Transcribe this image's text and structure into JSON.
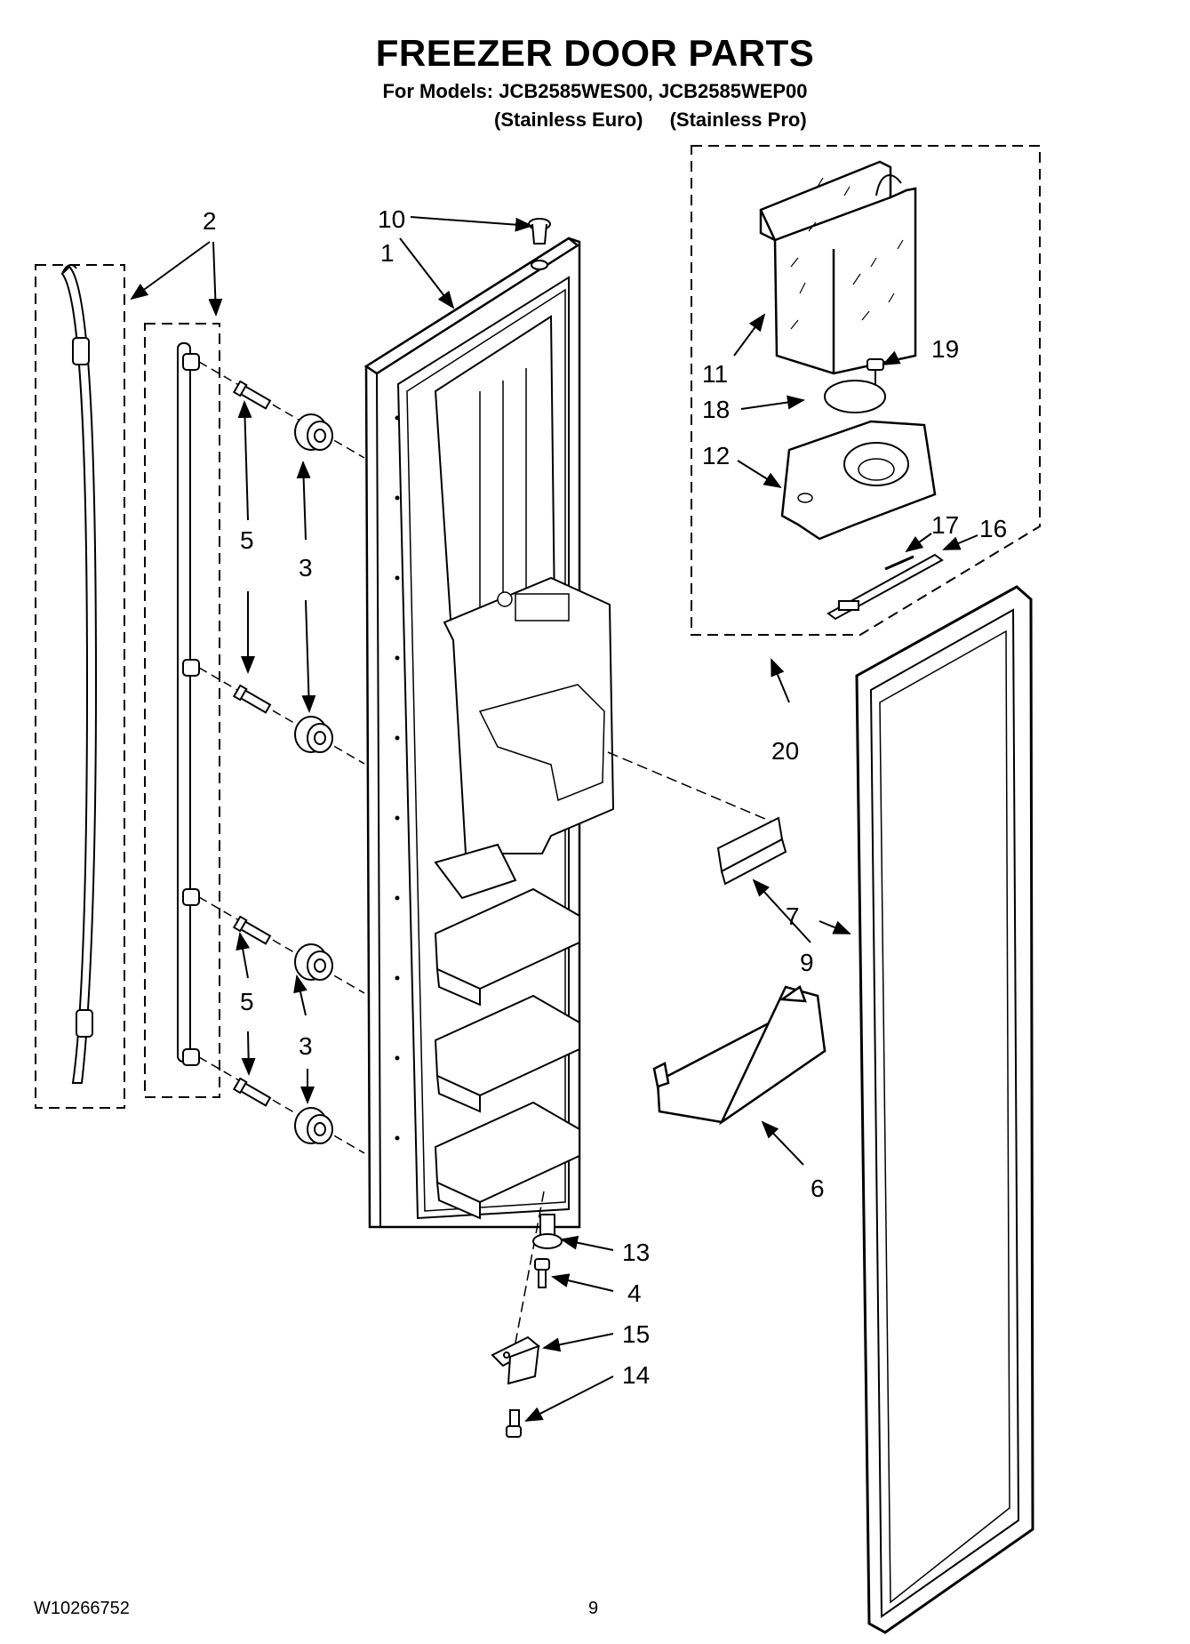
{
  "header": {
    "title": "FREEZER DOOR PARTS",
    "subtitle": "For Models: JCB2585WES00, JCB2585WEP00",
    "variants": [
      "(Stainless Euro)",
      "(Stainless Pro)"
    ]
  },
  "callouts": {
    "c1": "1",
    "c2": "2",
    "c3a": "3",
    "c3b": "3",
    "c4": "4",
    "c5a": "5",
    "c5b": "5",
    "c6": "6",
    "c7": "7",
    "c9": "9",
    "c10": "10",
    "c11": "11",
    "c12": "12",
    "c13": "13",
    "c14": "14",
    "c15": "15",
    "c16": "16",
    "c17": "17",
    "c18": "18",
    "c19": "19",
    "c20": "20"
  },
  "footer": {
    "document_number": "W10266752",
    "page_number": "9"
  }
}
